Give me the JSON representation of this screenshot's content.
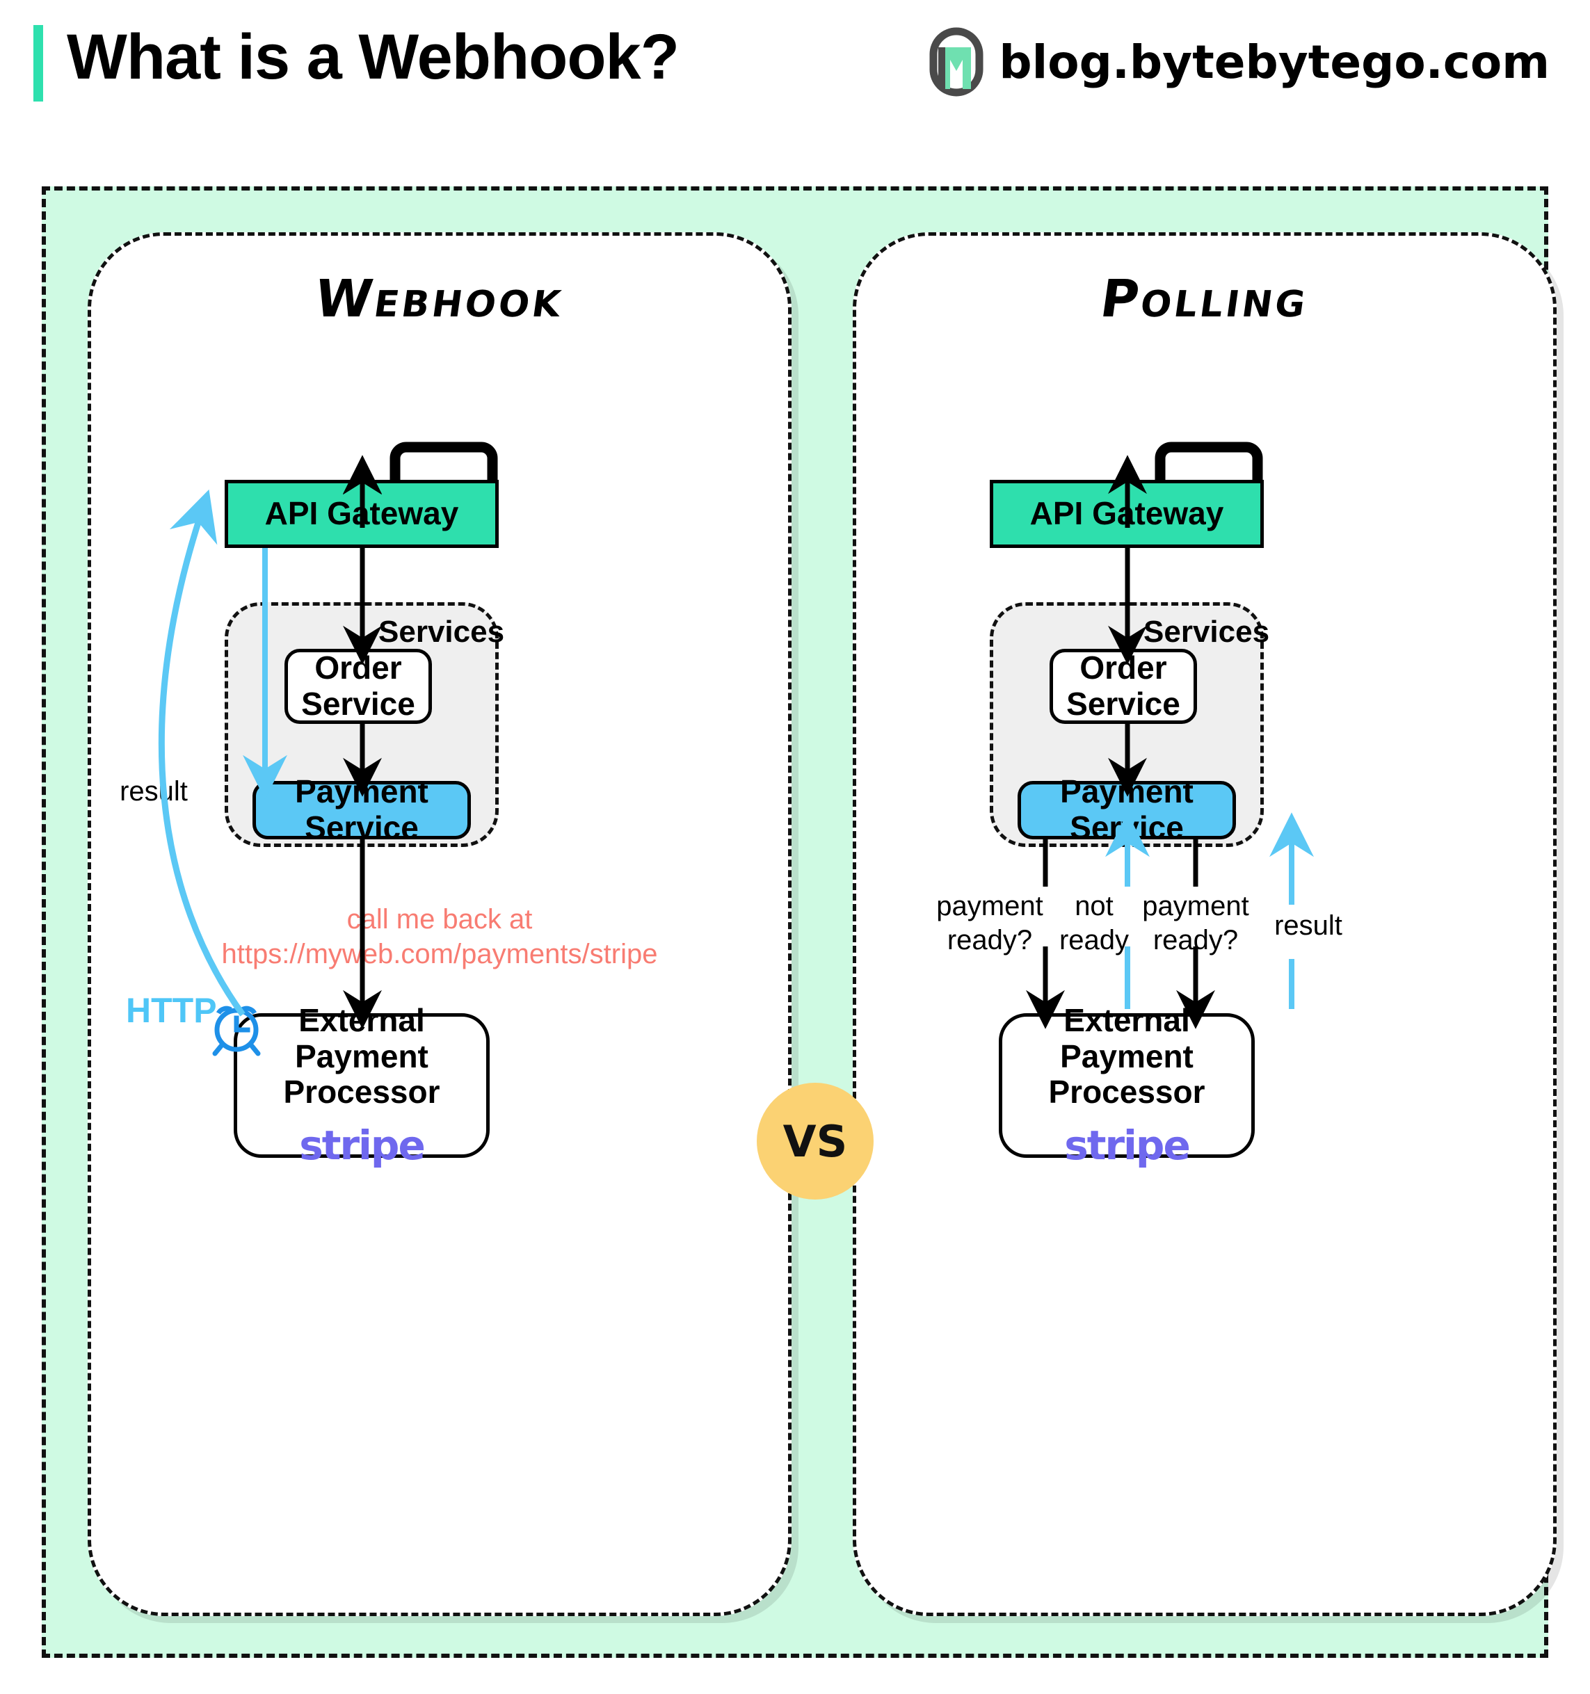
{
  "header": {
    "title": "What is a Webhook?",
    "brand": "blog.bytebytego.com",
    "logo_icon": "bytebytego-logo-icon",
    "accent_color": "#2EE0AE"
  },
  "vs_badge": {
    "label": "VS",
    "color": "#FBD273"
  },
  "colors": {
    "container_fill": "#CFFAE3",
    "gateway": "#2EDFAD",
    "payment_service": "#5BC8F5",
    "services_group": "#EFEFEF",
    "blue_arrow": "#5BC8F5",
    "clock_icon": "#1E90E8",
    "http_label": "#4FC6F7",
    "callback_text": "#F87C72",
    "stripe": "#6F68EE"
  },
  "panels": [
    {
      "id": "webhook",
      "title": "Webhook",
      "client_icon": "desktop-monitor-icon",
      "nodes": {
        "gateway": "API Gateway",
        "services_label": "Services",
        "order_service": "Order\nService",
        "order_service_line1": "Order",
        "order_service_line2": "Service",
        "payment_service": "Payment Service",
        "external_line1": "External",
        "external_line2": "Payment Processor",
        "external_logo": "stripe"
      },
      "annotations": {
        "result": "result",
        "http": "HTTP",
        "clock_icon": "alarm-clock-icon",
        "callback_line1": "call me back at",
        "callback_line2": "https://myweb.com/payments/stripe"
      }
    },
    {
      "id": "polling",
      "title": "Polling",
      "client_icon": "desktop-monitor-icon",
      "nodes": {
        "gateway": "API Gateway",
        "services_label": "Services",
        "order_service_line1": "Order",
        "order_service_line2": "Service",
        "payment_service": "Payment Service",
        "external_line1": "External",
        "external_line2": "Payment Processor",
        "external_logo": "stripe"
      },
      "poll_labels": [
        {
          "line1": "payment",
          "line2": "ready?",
          "direction": "down",
          "color": "#000000"
        },
        {
          "line1": "not",
          "line2": "ready",
          "direction": "up",
          "color": "#5BC8F5"
        },
        {
          "line1": "payment",
          "line2": "ready?",
          "direction": "down",
          "color": "#000000"
        },
        {
          "line1": "result",
          "line2": "",
          "direction": "up",
          "color": "#5BC8F5"
        }
      ]
    }
  ]
}
